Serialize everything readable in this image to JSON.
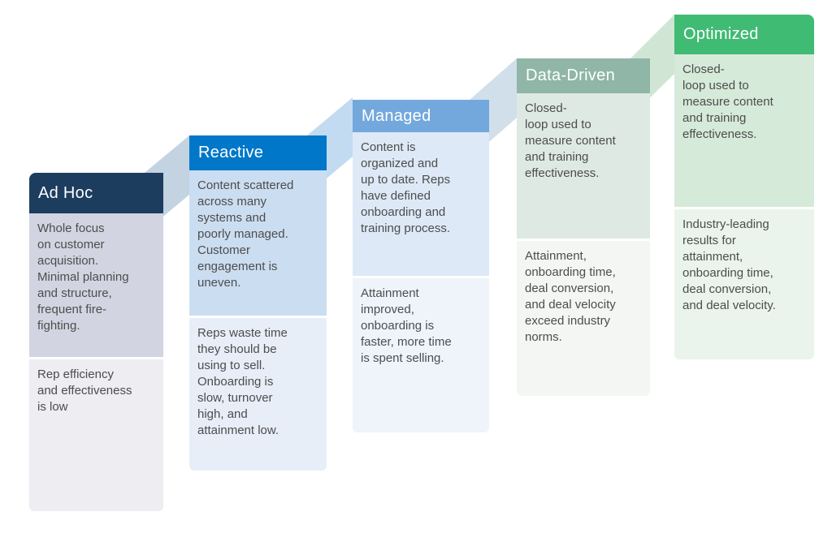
{
  "stages": [
    {
      "name": "Ad Hoc",
      "header_color": "#1d3d5f",
      "block1_color": "#d3d4e1",
      "block2_color": "#ededf2",
      "block1": "Whole focus\non customer\nacquisition.\nMinimal planning\nand structure,\nfrequent fire-\nfighting.",
      "block2": "Rep efficiency\nand effectiveness\nis low"
    },
    {
      "name": "Reactive",
      "header_color": "#0077c8",
      "block1_color": "#cbddf1",
      "block2_color": "#e7eef8",
      "block1": "Content scattered\nacross many\nsystems and\npoorly managed.\nCustomer\nengagement is\nuneven.",
      "block2": "Reps waste time\nthey should be\nusing to sell.\nOnboarding is\nslow, turnover\nhigh, and\nattainment low."
    },
    {
      "name": "Managed",
      "header_color": "#73a8dd",
      "block1_color": "#dde9f6",
      "block2_color": "#eef4fa",
      "block1": "Content is\norganized and\nup to date. Reps\nhave defined\nonboarding and\ntraining process.",
      "block2": "Attainment\nimproved,\nonboarding is\nfaster, more time\nis spent selling."
    },
    {
      "name": "Data-Driven",
      "header_color": "#8fb6a6",
      "block1_color": "#dfe9e3",
      "block2_color": "#f3f6f3",
      "block1": "Closed-\nloop used to\nmeasure content\nand training\neffectiveness.",
      "block2": "Attainment,\nonboarding time,\ndeal conversion,\nand deal velocity\nexceed industry\nnorms."
    },
    {
      "name": "Optimized",
      "header_color": "#40bb74",
      "block1_color": "#d5ead9",
      "block2_color": "#eaf4ec",
      "block1": "Closed-\nloop used to\nmeasure content\nand training\neffectiveness.",
      "block2": "Industry-leading\nresults for\nattainment,\nonboarding time,\ndeal conversion,\nand deal velocity."
    }
  ],
  "ribbons": [
    {
      "color": "#c3d3e2"
    },
    {
      "color": "#c3dbf1"
    },
    {
      "color": "#d0dfea"
    },
    {
      "color": "#d1e5d5"
    }
  ]
}
